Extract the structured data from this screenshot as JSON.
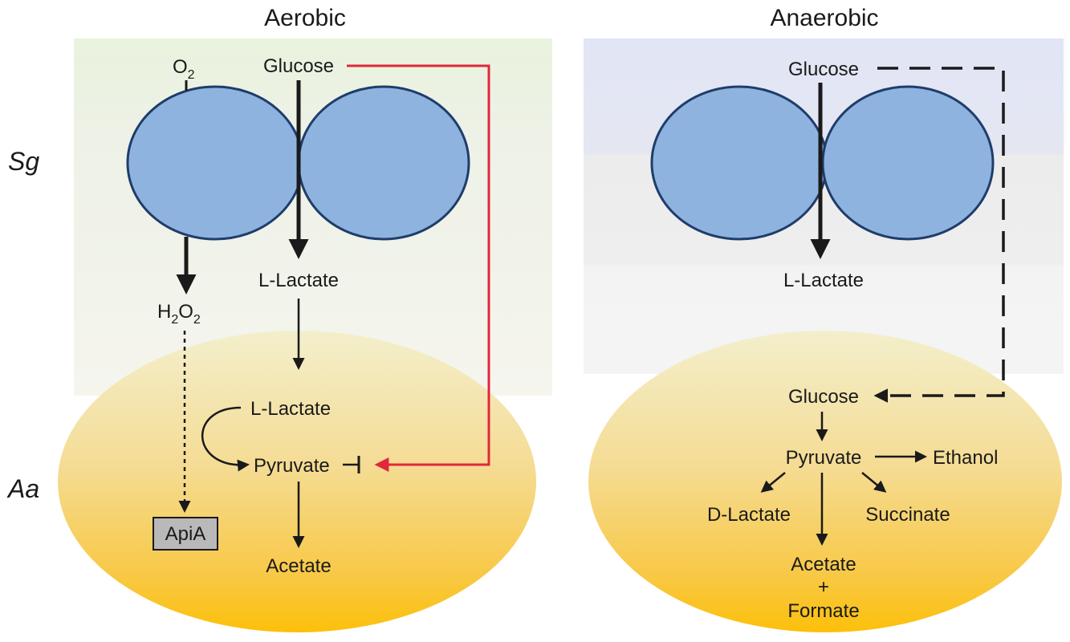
{
  "panels": {
    "aerobic": {
      "title": "Aerobic",
      "labels": {
        "o2": "O",
        "o2_sub": "2",
        "glucose": "Glucose",
        "llactate_sg": "L-Lactate",
        "h2o2_h": "H",
        "h2o2_sub1": "2",
        "h2o2_o": "O",
        "h2o2_sub2": "2",
        "llactate_aa": "L-Lactate",
        "pyruvate": "Pyruvate",
        "apia": "ApiA",
        "acetate": "Acetate"
      }
    },
    "anaerobic": {
      "title": "Anaerobic",
      "labels": {
        "glucose_sg": "Glucose",
        "llactate": "L-Lactate",
        "glucose_aa": "Glucose",
        "pyruvate": "Pyruvate",
        "ethanol": "Ethanol",
        "dlactate": "D-Lactate",
        "succinate": "Succinate",
        "acetate": "Acetate",
        "plus": "+",
        "formate": "Formate"
      }
    }
  },
  "row_labels": {
    "sg": "Sg",
    "aa": "Aa"
  },
  "colors": {
    "sg_cell_fill": "#8fb3df",
    "sg_cell_stroke": "#1f3d6b",
    "aa_top": "#f4efc9",
    "aa_bottom": "#fcc20e",
    "inhibition_red": "#e0283c",
    "aerobic_bg": "#eaf3de",
    "anaerobic_bg": "#e3e6f4",
    "apia_box": "#b9b9b9"
  }
}
